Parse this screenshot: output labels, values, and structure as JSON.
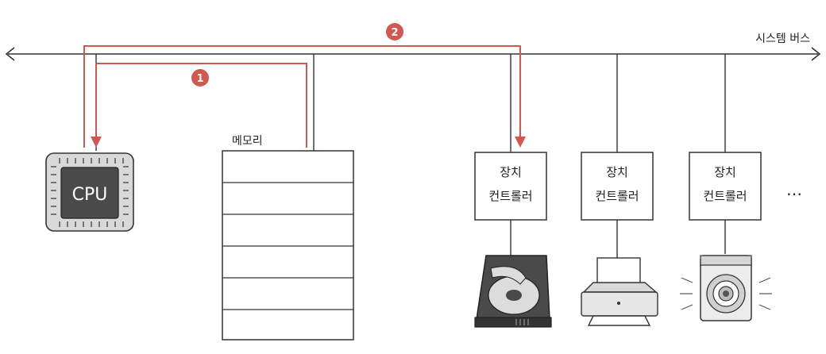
{
  "bus": {
    "label": "시스템 버스"
  },
  "cpu": {
    "label": "CPU"
  },
  "memory": {
    "label": "메모리"
  },
  "steps": [
    {
      "number": "1"
    },
    {
      "number": "2"
    }
  ],
  "controllers": [
    {
      "line1": "장치",
      "line2": "컨트롤러",
      "device_icon": "hard-disk-icon"
    },
    {
      "line1": "장치",
      "line2": "컨트롤러",
      "device_icon": "printer-icon"
    },
    {
      "line1": "장치",
      "line2": "컨트롤러",
      "device_icon": "speaker-icon"
    }
  ],
  "ellipsis": "…",
  "colors": {
    "accent": "#d1574f",
    "line": "#333333",
    "chip": "#4a4a4a",
    "chip_fill": "#d9d9d9"
  }
}
